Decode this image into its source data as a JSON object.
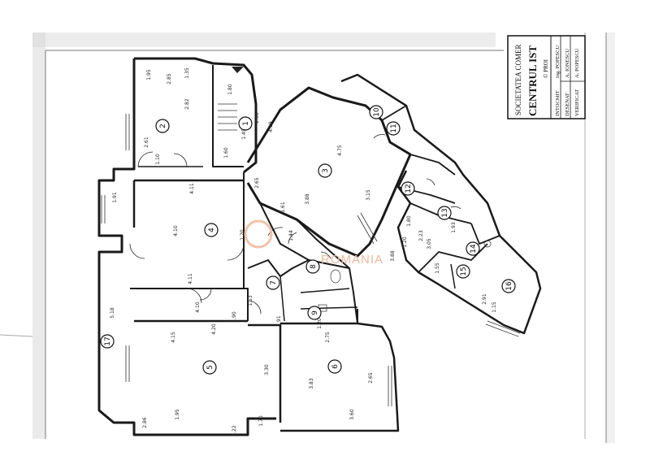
{
  "title_block": {
    "company_line": "SOCIETATEA COMER",
    "brand_line": "CENTRUL IST",
    "copyright_line": "© PROI",
    "rows": [
      {
        "label": "INTOCMIT",
        "name": "ing. POPESCU"
      },
      {
        "label": "DESENAT",
        "name": "A. IONESCU"
      },
      {
        "label": "VERIFICAT",
        "name": "A. POPESCU"
      }
    ]
  },
  "watermark": "ROMANIA",
  "rooms": [
    {
      "id": "room-1",
      "number": "1"
    },
    {
      "id": "room-2",
      "number": "2"
    },
    {
      "id": "room-3",
      "number": "3"
    },
    {
      "id": "room-4",
      "number": "4"
    },
    {
      "id": "room-5",
      "number": "5"
    },
    {
      "id": "room-6",
      "number": "6"
    },
    {
      "id": "room-7",
      "number": "7"
    },
    {
      "id": "room-8",
      "number": "8"
    },
    {
      "id": "room-9",
      "number": "9"
    },
    {
      "id": "room-10",
      "number": "10"
    },
    {
      "id": "room-11",
      "number": "11"
    },
    {
      "id": "room-12",
      "number": "12"
    },
    {
      "id": "room-13",
      "number": "13"
    },
    {
      "id": "room-14",
      "number": "14"
    },
    {
      "id": "room-15",
      "number": "15"
    },
    {
      "id": "room-16",
      "number": "16"
    },
    {
      "id": "room-17",
      "number": "17"
    }
  ],
  "dimensions": [
    "1.95",
    "2.85",
    "1.35",
    "1.80",
    "2.82",
    "1.60",
    "1.45",
    "2.60",
    "4.11",
    "1.91",
    "4.10",
    "1.20",
    "4.11",
    "2.65",
    "3.88",
    "4.75",
    "4.19",
    "3.30",
    "4.20",
    "1.90",
    "4.10",
    "3.83",
    "1.91",
    "1.20",
    "2.75",
    "2.65",
    "3.60",
    "2.86",
    "4.22",
    "1.70",
    "4.15",
    "5.18",
    "2.23",
    "1.80",
    "3.05",
    "1.93",
    "2.91",
    "1.15",
    "3.88",
    "1.20",
    "1.95",
    "1.10",
    "2.61",
    "1.55",
    "3.15",
    "1.61",
    "1.44",
    "1.53"
  ]
}
